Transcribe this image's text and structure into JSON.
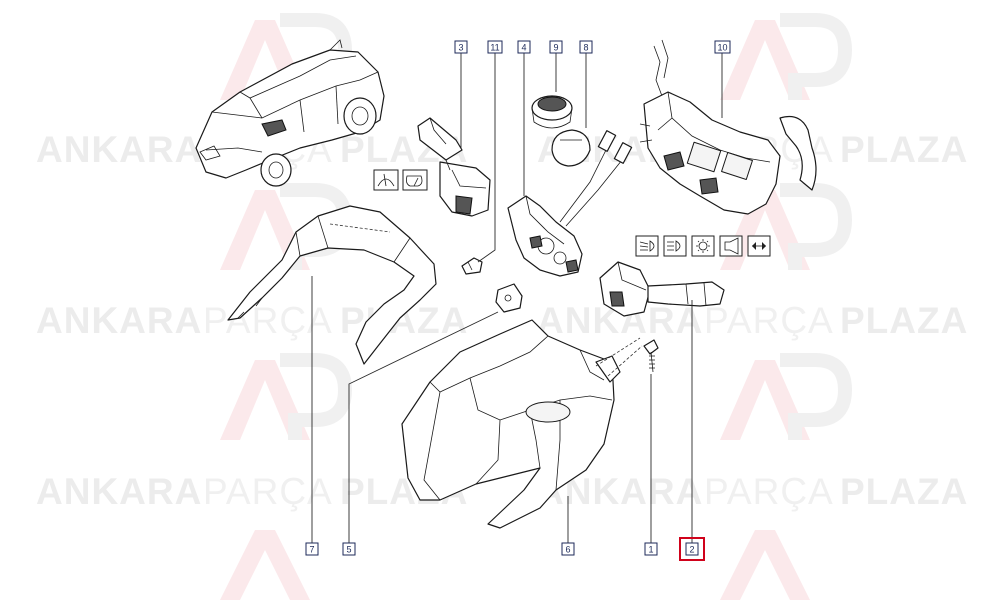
{
  "watermark": {
    "word1": "ANKARA",
    "word2": "PARÇA",
    "word3": "PLAZA"
  },
  "callouts": [
    {
      "id": "c3",
      "label": "3"
    },
    {
      "id": "c11",
      "label": "11"
    },
    {
      "id": "c4",
      "label": "4"
    },
    {
      "id": "c9",
      "label": "9"
    },
    {
      "id": "c8",
      "label": "8"
    },
    {
      "id": "c10",
      "label": "10"
    },
    {
      "id": "c7",
      "label": "7"
    },
    {
      "id": "c5",
      "label": "5"
    },
    {
      "id": "c6",
      "label": "6"
    },
    {
      "id": "c1",
      "label": "1"
    },
    {
      "id": "c2",
      "label": "2",
      "highlighted": true
    }
  ],
  "colors": {
    "highlight": "#d0021b",
    "callout": "#1c2a5a",
    "watermark": "#ececec"
  },
  "icons": [
    "front-wiper-icon",
    "rear-wiper-icon",
    "low-beam-icon",
    "high-beam-icon",
    "fog-light-icon",
    "horn-icon",
    "indicator-icon"
  ]
}
